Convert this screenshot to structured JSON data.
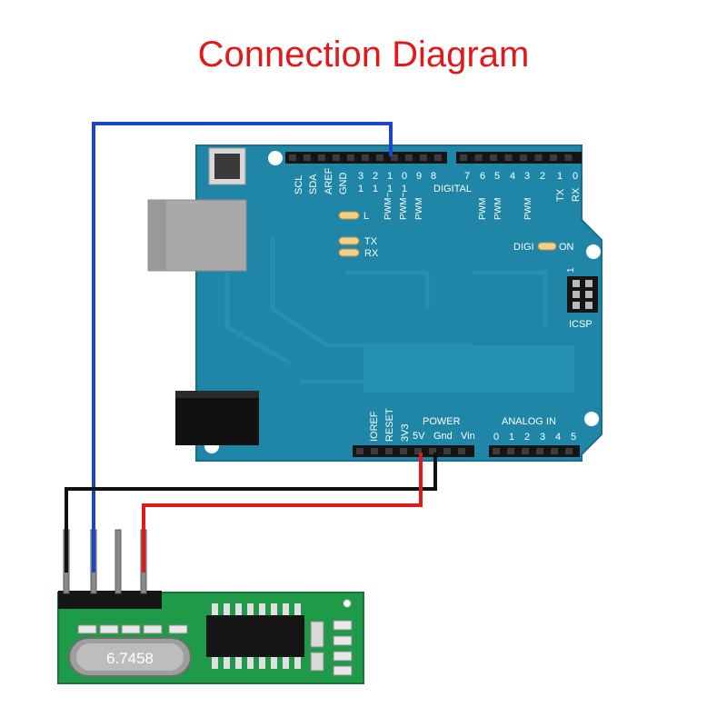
{
  "title": "Connection Diagram",
  "colors": {
    "title": "#e0191b",
    "board": "#1f86a8",
    "wire_signal": "#1a47c8",
    "wire_power": "#e0191b",
    "wire_ground": "#111111",
    "module": "#1e9a48"
  },
  "arduino": {
    "digital_header_label": "DIGITAL",
    "left_header_pins": [
      "SCL",
      "SDA",
      "AREF",
      "GND"
    ],
    "digital_pins_high": [
      "13",
      "12",
      "11",
      "10",
      "9",
      "8"
    ],
    "digital_pins_high_top": [
      "3",
      "2",
      "1",
      "0",
      "9",
      "8"
    ],
    "digital_pins_high_bottom": [
      "1",
      "1",
      "1",
      "1",
      "",
      ""
    ],
    "digital_pins_low": [
      "7",
      "6",
      "5",
      "4",
      "3",
      "2",
      "1",
      "0"
    ],
    "tx_label": "TX",
    "rx_label": "RX",
    "pwm_label": "PWM",
    "pwm_tilde_label": "PWM~",
    "led_l_label": "L",
    "led_tx_label": "TX",
    "led_rx_label": "RX",
    "power_led_text": "DIGI",
    "on_label": "ON",
    "icsp_label": "ICSP",
    "icsp_pin_one": "1",
    "power_header_label": "POWER",
    "power_pins": [
      "IOREF",
      "RESET",
      "3V3",
      "5V",
      "Gnd",
      "Vin"
    ],
    "analog_header_label": "ANALOG IN",
    "analog_pins": [
      "0",
      "1",
      "2",
      "3",
      "4",
      "5"
    ]
  },
  "module": {
    "crystal_label": "6.7458"
  }
}
